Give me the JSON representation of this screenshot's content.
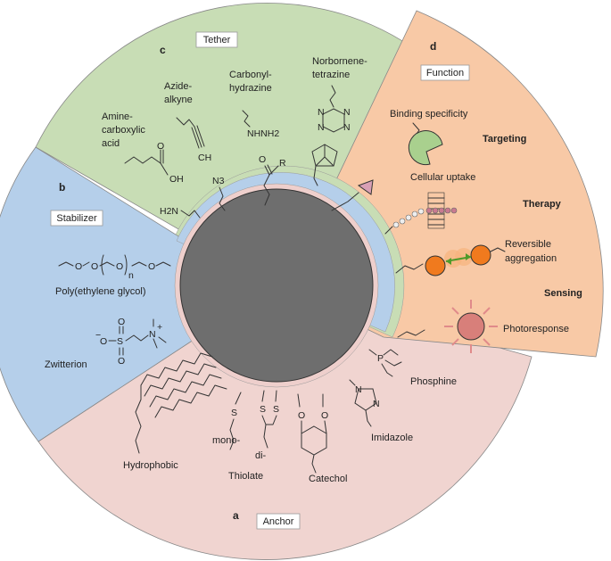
{
  "sections": {
    "anchor": {
      "letter": "a",
      "title": "Anchor",
      "color": "#f0d4d0",
      "items": {
        "hydrophobic": "Hydrophobic",
        "thiolate": "Thiolate",
        "mono": "mono-",
        "di": "di-",
        "catechol": "Catechol",
        "imidazole": "Imidazole",
        "phosphine": "Phosphine"
      }
    },
    "stabilizer": {
      "letter": "b",
      "title": "Stabilizer",
      "color": "#b5cfea",
      "items": {
        "peg": "Poly(ethylene glycol)",
        "zwitterion": "Zwitterion"
      }
    },
    "tether": {
      "letter": "c",
      "title": "Tether",
      "color": "#c8ddb5",
      "items": {
        "amine_carboxylic_1": "Amine-",
        "amine_carboxylic_2": "carboxylic",
        "amine_carboxylic_3": "acid",
        "azide_alkyne_1": "Azide-",
        "azide_alkyne_2": "alkyne",
        "carbonyl_hydrazine_1": "Carbonyl-",
        "carbonyl_hydrazine_2": "hydrazine",
        "norbornene_tetrazine_1": "Norbornene-",
        "norbornene_tetrazine_2": "tetrazine"
      }
    },
    "function": {
      "letter": "d",
      "title": "Function",
      "color": "#f8c9a6",
      "items": {
        "binding_specificity": "Binding specificity",
        "targeting": "Targeting",
        "cellular_uptake": "Cellular uptake",
        "therapy": "Therapy",
        "reversible_1": "Reversible",
        "reversible_2": "aggregation",
        "sensing": "Sensing",
        "photoresponse": "Photoresponse"
      }
    }
  },
  "chem_labels": {
    "oh": "OH",
    "ch": "CH",
    "h2n": "H2N",
    "n3": "N3",
    "nhnh2": "NHNH2",
    "o_carbonyl": "O",
    "r": "R",
    "n": "N",
    "o": "O",
    "s": "S",
    "p": "P",
    "n_sub": "n",
    "o_minus": "O",
    "plus": "+",
    "minus": "−"
  },
  "colors": {
    "core": "#6e6e6e",
    "inner_ring": "#eecfcc",
    "middle_ring": "#b5cfea",
    "outer_ring": "#c8ddb5",
    "ligand_green": "#a9d08e",
    "ligand_pink": "#d9a0b5",
    "nanoparticle_orange": "#f07a1e",
    "photo_particle": "#d87f7a",
    "membrane": "#c97a90"
  }
}
